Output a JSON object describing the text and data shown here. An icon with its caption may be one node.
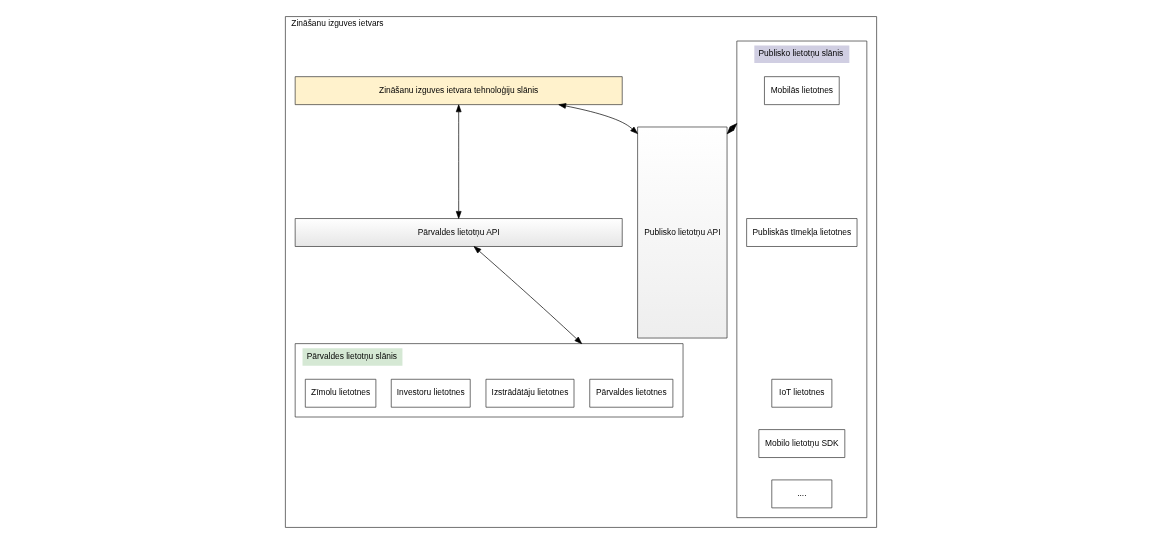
{
  "diagram": {
    "nodes": [
      {
        "text": [
          "Zināšanu izguves ietvars"
        ]
      },
      {
        "text": [
          "Zināšanu izguves ietvara tehnoloģiju slānis"
        ],
        "in": 0
      },
      {
        "text": [
          "Pārvaldes lietotņu API"
        ],
        "in": 0
      },
      {
        "text": [
          "Pārvaldes lietotņu slānis"
        ],
        "in": 0
      },
      {
        "text": [
          "Pārvaldes lietotnes"
        ],
        "in": 3
      },
      {
        "text": [
          "Izstrādātāju lietotnes"
        ],
        "in": 3
      },
      {
        "text": [
          "Investoru lietotnes"
        ],
        "in": 3
      },
      {
        "text": [
          "Zīmolu lietotnes"
        ],
        "in": 3
      },
      {
        "text": [
          "Publisko lietotņu API"
        ],
        "in": 0
      },
      {
        "text": [
          "Publisko lietotņu slānis"
        ],
        "in": 0
      },
      {
        "text": [
          "Mobilās lietotnes"
        ],
        "in": 9
      },
      {
        "text": [
          "Publiskās tīmekļa lietotnes"
        ],
        "in": 9
      },
      {
        "text": [
          "IoT lietotnes"
        ],
        "in": 9
      },
      {
        "text": [
          "Mobilo lietotņu SDK"
        ],
        "in": 9
      },
      {
        "text": [
          "...."
        ],
        "in": 9
      }
    ],
    "edges": [
      {
        "from": 1,
        "to": 2,
        "arrow": "both"
      },
      {
        "from": 2,
        "to": 3,
        "arrow": "both"
      },
      {
        "from": 8,
        "to": 1,
        "arrow": "both"
      },
      {
        "from": 8,
        "to": 9,
        "arrow": "both"
      }
    ]
  }
}
